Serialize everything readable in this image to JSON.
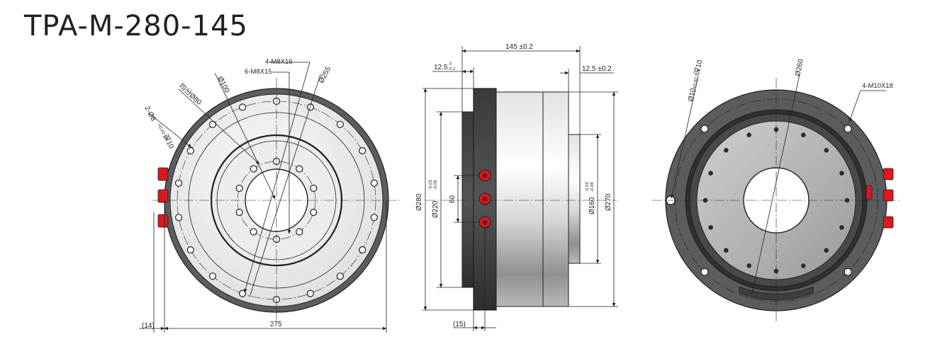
{
  "title": "TPA-M-280-145",
  "front_view": {
    "callout_4m8": "4-M8X16",
    "callout_6m8": "6-M8X15",
    "dia_255": "Ø255",
    "dia_100": "Ø100",
    "dia_80": "均分Ø80",
    "pin_callout_a": "2-Ø8",
    "pin_callout_tol": "+0.02 0",
    "pin_callout_b": "深10",
    "dim_14": "(14)",
    "dim_275": "275"
  },
  "side_view": {
    "dim_145": "145 ±0.2",
    "dim_left_12_5": "12.5",
    "dim_left_tol_upper": "0",
    "dim_left_tol_lower": "-0.2",
    "dim_right_12_5": "12.5 ±0.2",
    "dia_280": "Ø280",
    "dia_220": "Ø220",
    "dia_220_tol_upper": "-0.03",
    "dia_220_tol_lower": "-0.06",
    "dim_60": "60",
    "dia_160": "Ø160",
    "dia_160_tol_upper": "-0.03",
    "dia_160_tol_lower": "-0.06",
    "dia_270": "Ø270",
    "dim_15": "(15)"
  },
  "rear_view": {
    "pin_callout_a": "Ø10",
    "pin_callout_tol": "+0.02 0",
    "pin_callout_b": "深10",
    "dia_260": "Ø260",
    "callout_4m10": "4-M10X18"
  },
  "colors": {
    "line": "#231f20",
    "housing_dark": "#55575a",
    "face_light": "#e9e9e9",
    "rear_face": "#b5b5b5",
    "connector_red": "#d71920"
  }
}
